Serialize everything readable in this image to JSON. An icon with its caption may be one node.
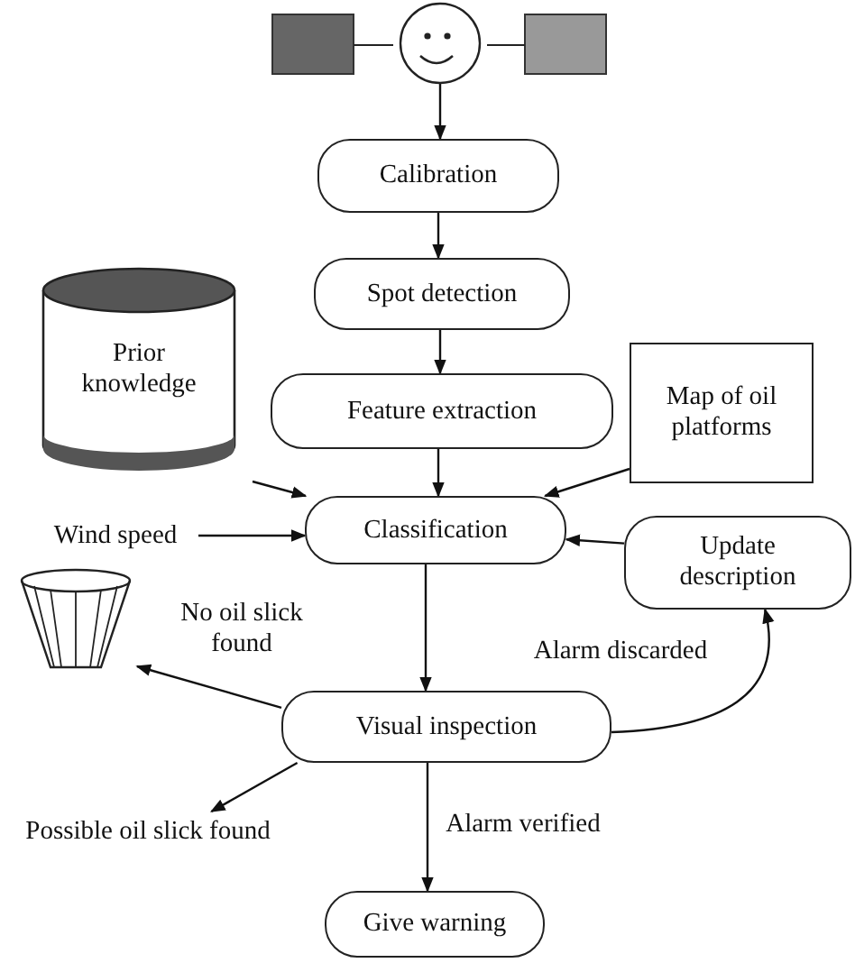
{
  "diagram": {
    "nodes": [
      {
        "text": [],
        "shape": "picture"
      },
      {
        "text": [
          "Calibration"
        ]
      },
      {
        "text": [
          "Spot detection"
        ]
      },
      {
        "text": [
          "Prior knowledge"
        ]
      },
      {
        "text": [
          "Feature extraction"
        ]
      },
      {
        "text": [
          "Map of oil platforms"
        ]
      },
      {
        "text": [
          "Wind speed"
        ]
      },
      {
        "text": [
          "Classification"
        ]
      },
      {
        "text": [
          "Update description"
        ]
      },
      {
        "text": [],
        "shape": "picture"
      },
      {
        "text": [
          "Visual inspection"
        ]
      },
      {
        "text": [
          "Possible oil slick found"
        ]
      },
      {
        "text": [
          "Give warning"
        ]
      }
    ],
    "edges": [
      {
        "from": 0,
        "to": 1,
        "arrow": "to"
      },
      {
        "from": 1,
        "to": 2,
        "arrow": "to"
      },
      {
        "from": 2,
        "to": 4,
        "arrow": "to"
      },
      {
        "from": 4,
        "to": 7,
        "arrow": "to"
      },
      {
        "from": 3,
        "to": 7,
        "arrow": "to"
      },
      {
        "from": 6,
        "to": 7,
        "arrow": "to"
      },
      {
        "from": 5,
        "to": 7,
        "arrow": "to"
      },
      {
        "from": 8,
        "to": 7,
        "arrow": "to"
      },
      {
        "from": 7,
        "to": 10,
        "arrow": "to"
      },
      {
        "from": 10,
        "to": 9,
        "arrow": "to",
        "label": "No oil slick found"
      },
      {
        "from": 10,
        "to": 11,
        "arrow": "to"
      },
      {
        "from": 10,
        "to": 12,
        "arrow": "to",
        "label": "Alarm verified"
      },
      {
        "from": 10,
        "to": 8,
        "arrow": "to",
        "label": "Alarm discarded"
      }
    ]
  }
}
